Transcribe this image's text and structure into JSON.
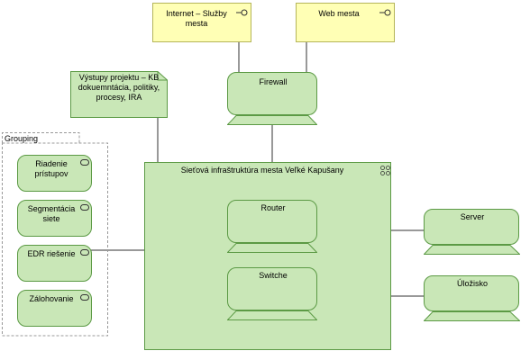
{
  "elements": {
    "internet": "Internet – Služby mesta",
    "web": "Web mesta",
    "note": "Výstupy projektu – KB dokuemntácia, politiky, procesy, IRA",
    "firewall": "Firewall",
    "grouping": "Grouping",
    "network": "Sieťová infraštruktúra mesta Veľké Kapušany",
    "router": "Router",
    "switche": "Switche",
    "server": "Server",
    "storage": "Úložisko",
    "services": [
      "Riadenie prístupov",
      "Segmentácia siete",
      "EDR riešenie",
      "Zálohovanie"
    ]
  },
  "colors": {
    "interface_fill": "#ffffb5",
    "node_fill": "#c9e7b7",
    "node_border": "#5c9a45"
  }
}
